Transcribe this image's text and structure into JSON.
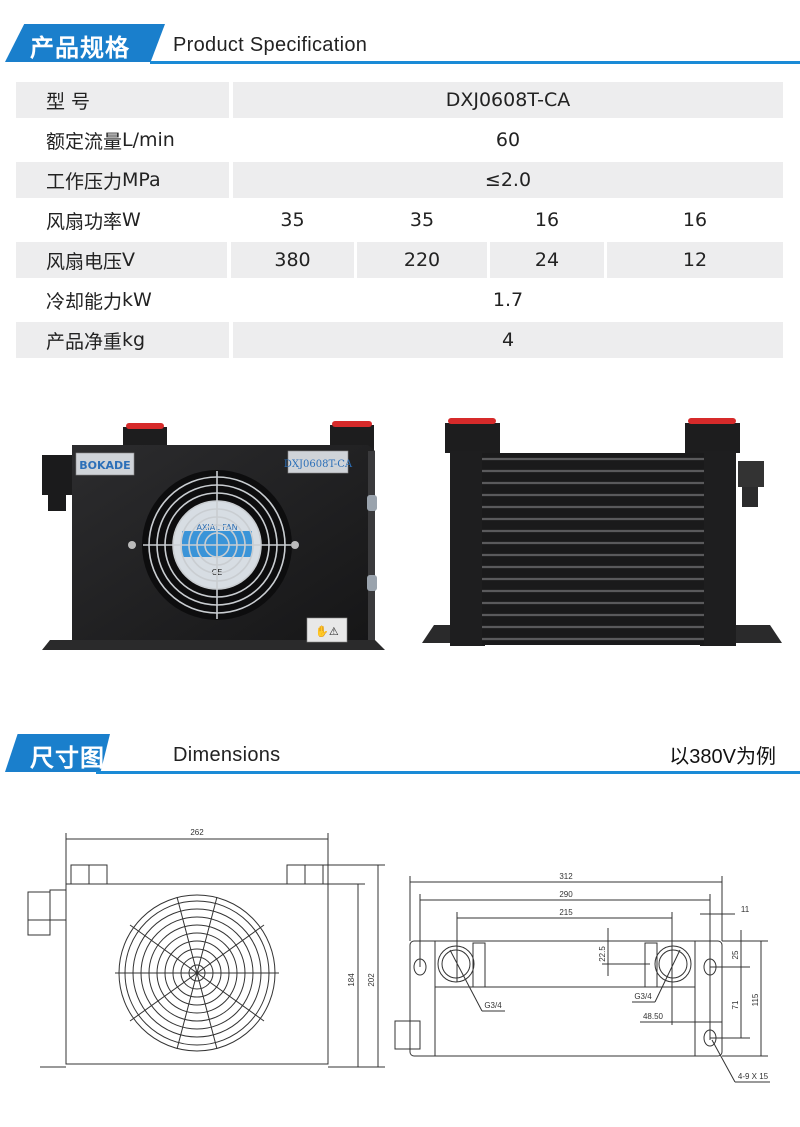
{
  "spec_section": {
    "title_cn": "产品规格",
    "title_en": "Product Specification",
    "rows": [
      {
        "label": "型 号",
        "unit": "",
        "values": [
          "DXJ0608T-CA"
        ],
        "shaded": true
      },
      {
        "label": "额定流量",
        "unit": "L/min",
        "values": [
          "60"
        ],
        "shaded": false
      },
      {
        "label": "工作压力",
        "unit": "MPa",
        "values": [
          "≤2.0"
        ],
        "shaded": true
      },
      {
        "label": "风扇功率",
        "unit": "W",
        "values": [
          "35",
          "35",
          "16",
          "16"
        ],
        "shaded": false
      },
      {
        "label": "风扇电压",
        "unit": "V",
        "values": [
          "380",
          "220",
          "24",
          "12"
        ],
        "shaded": true
      },
      {
        "label": "冷却能力",
        "unit": "kW",
        "values": [
          "1.7"
        ],
        "shaded": false
      },
      {
        "label": "产品净重",
        "unit": "kg",
        "values": [
          "4"
        ],
        "shaded": true
      }
    ]
  },
  "photos": {
    "front": {
      "brand_label": "BOKADE",
      "model_label": "DXJ0608T-CA",
      "fan_label": "AXIAL FAN",
      "ce_mark": "CE"
    },
    "side": {}
  },
  "dimension_section": {
    "title_cn": "尺寸图",
    "title_en": "Dimensions",
    "note": "以380V为例",
    "front_view": {
      "width": "262",
      "height_body": "184",
      "height_total": "202"
    },
    "top_view": {
      "overall_length": "312",
      "hole_spacing": "290",
      "port_spacing": "215",
      "edge_offset": "11",
      "port_offset": "22.5",
      "port_label_left": "G3/4",
      "port_label_right": "G3/4",
      "port_to_hole": "48.50",
      "hole_top": "25",
      "hole_spacing_vertical": "71",
      "overall_width": "115",
      "hole_spec": "4-9 X 15"
    }
  },
  "colors": {
    "accent": "#1a7fcc",
    "row_shade": "#ededee"
  }
}
